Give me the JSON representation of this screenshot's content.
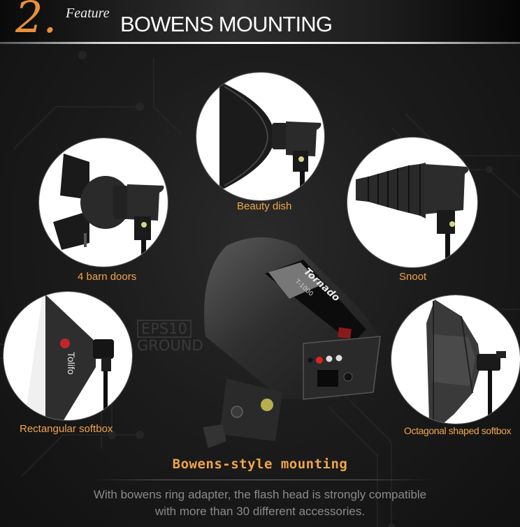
{
  "header": {
    "feature_number": "2.",
    "feature_word": "Feature",
    "title": "BOWENS MOUNTING"
  },
  "accessories": [
    {
      "id": "beauty-dish",
      "label": "Beauty dish"
    },
    {
      "id": "barn-doors",
      "label": "4 barn doors"
    },
    {
      "id": "snoot",
      "label": "Snoot"
    },
    {
      "id": "rectangular-softbox",
      "label": "Rectangular softbox",
      "brand_text": "Tolifo"
    },
    {
      "id": "octagonal-softbox",
      "label": "Octagonal shaped softbox"
    }
  ],
  "center_product": {
    "brand": "Tornado",
    "model": "T-1000"
  },
  "watermark": {
    "line1": "EPS10",
    "line2": "GROUND"
  },
  "footer": {
    "subtitle": "Bowens-style mounting",
    "description_line1": "With bowens ring adapter, the flash head is strongly compatible",
    "description_line2": "with more than 30 different accessories."
  },
  "colors": {
    "accent_orange": "#f0a64a",
    "feature_orange": "#e8913a",
    "background": "#1c1c1c",
    "description_gray": "#8a8a8a"
  }
}
